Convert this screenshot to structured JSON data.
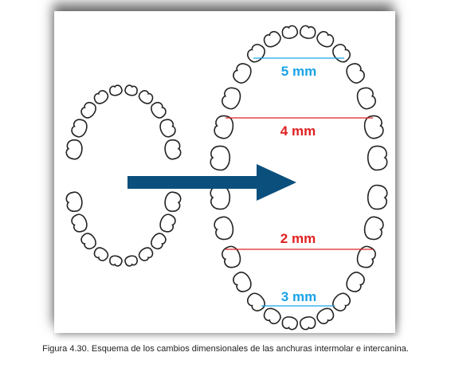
{
  "figure": {
    "measurements": [
      {
        "label": "5 mm",
        "color": "#1aa3e6"
      },
      {
        "label": "4 mm",
        "color": "#e02020"
      },
      {
        "label": "2 mm",
        "color": "#e02020"
      },
      {
        "label": "3 mm",
        "color": "#1aa3e6"
      }
    ],
    "arrow_color": "#0b4f7d",
    "tooth_outline_color": "#222222"
  },
  "caption": "Figura 4.30. Esquema de los cambios dimensionales de las anchuras intermolar e intercanina."
}
